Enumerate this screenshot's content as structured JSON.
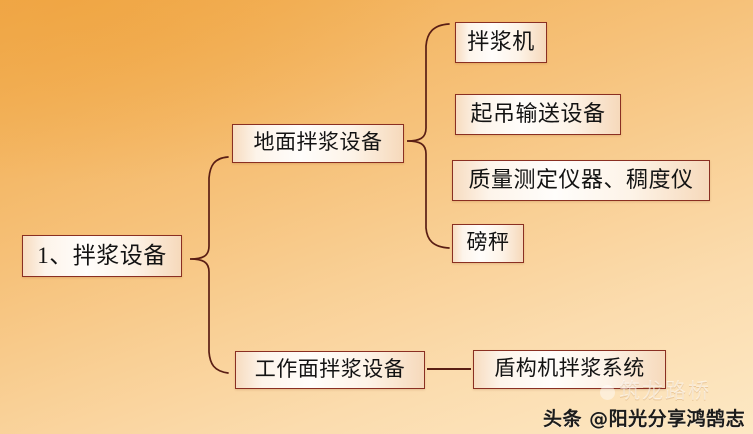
{
  "diagram": {
    "title": "1、拌浆设备",
    "colors": {
      "background_top": "#efa94b",
      "background_bottom": "#fde8c4",
      "node_border": "#8a2f22",
      "node_fill": "#fffdfb",
      "connector": "#5a1e14"
    },
    "nodes": {
      "root": "1、拌浆设备",
      "ground": "地面拌浆设备",
      "face": "工作面拌浆设备",
      "mixer": "拌浆机",
      "hoist": "起吊输送设备",
      "quality": "质量测定仪器、稠度仪",
      "scale": "磅秤",
      "shield": "盾构机拌浆系统"
    },
    "connectors": [
      {
        "name": "brace-root",
        "type": "curly-brace",
        "from": "root",
        "to": [
          "ground",
          "face"
        ]
      },
      {
        "name": "brace-ground",
        "type": "curly-brace",
        "from": "ground",
        "to": [
          "mixer",
          "hoist",
          "quality",
          "scale"
        ]
      },
      {
        "name": "line-face-shield",
        "type": "straight-line",
        "from": "face",
        "to": "shield"
      }
    ]
  },
  "watermarks": {
    "faint": "筑龙路桥",
    "main": "头条 @阳光分享鸿鹄志"
  }
}
